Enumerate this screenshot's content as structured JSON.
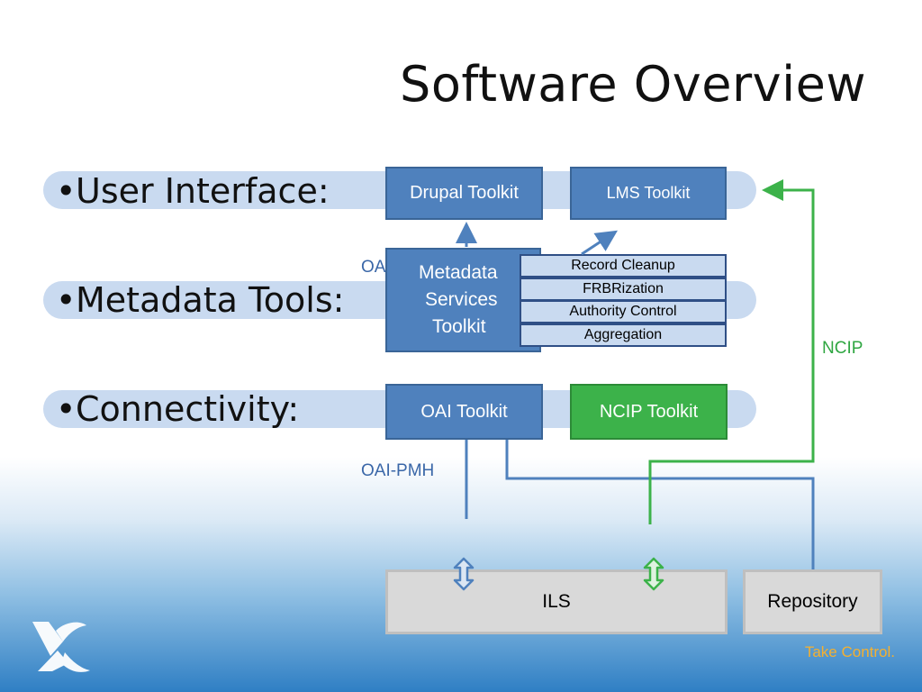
{
  "slide": {
    "title": "Software Overview",
    "tagline": "Take Control."
  },
  "bullets": [
    {
      "label": "User Interface:"
    },
    {
      "label": "Metadata Tools:"
    },
    {
      "label": "Connectivity:"
    }
  ],
  "boxes": {
    "drupal": "Drupal Toolkit",
    "lms": "LMS Toolkit",
    "metadata_services": [
      "Metadata",
      "Services",
      "Toolkit"
    ],
    "oai": "OAI Toolkit",
    "ncip": "NCIP Toolkit",
    "ils": "ILS",
    "repository": "Repository"
  },
  "metadata_functions": [
    "Record Cleanup",
    "FRBRization",
    "Authority Control",
    "Aggregation"
  ],
  "labels": {
    "oai_partial": "OA",
    "oai_pmh": "OAI-PMH",
    "ncip": "NCIP"
  },
  "colors": {
    "toolkit_blue": "#4f81bd",
    "ncip_green": "#3cb24a",
    "band": "#c9daf0",
    "tagline": "#f4b030"
  }
}
